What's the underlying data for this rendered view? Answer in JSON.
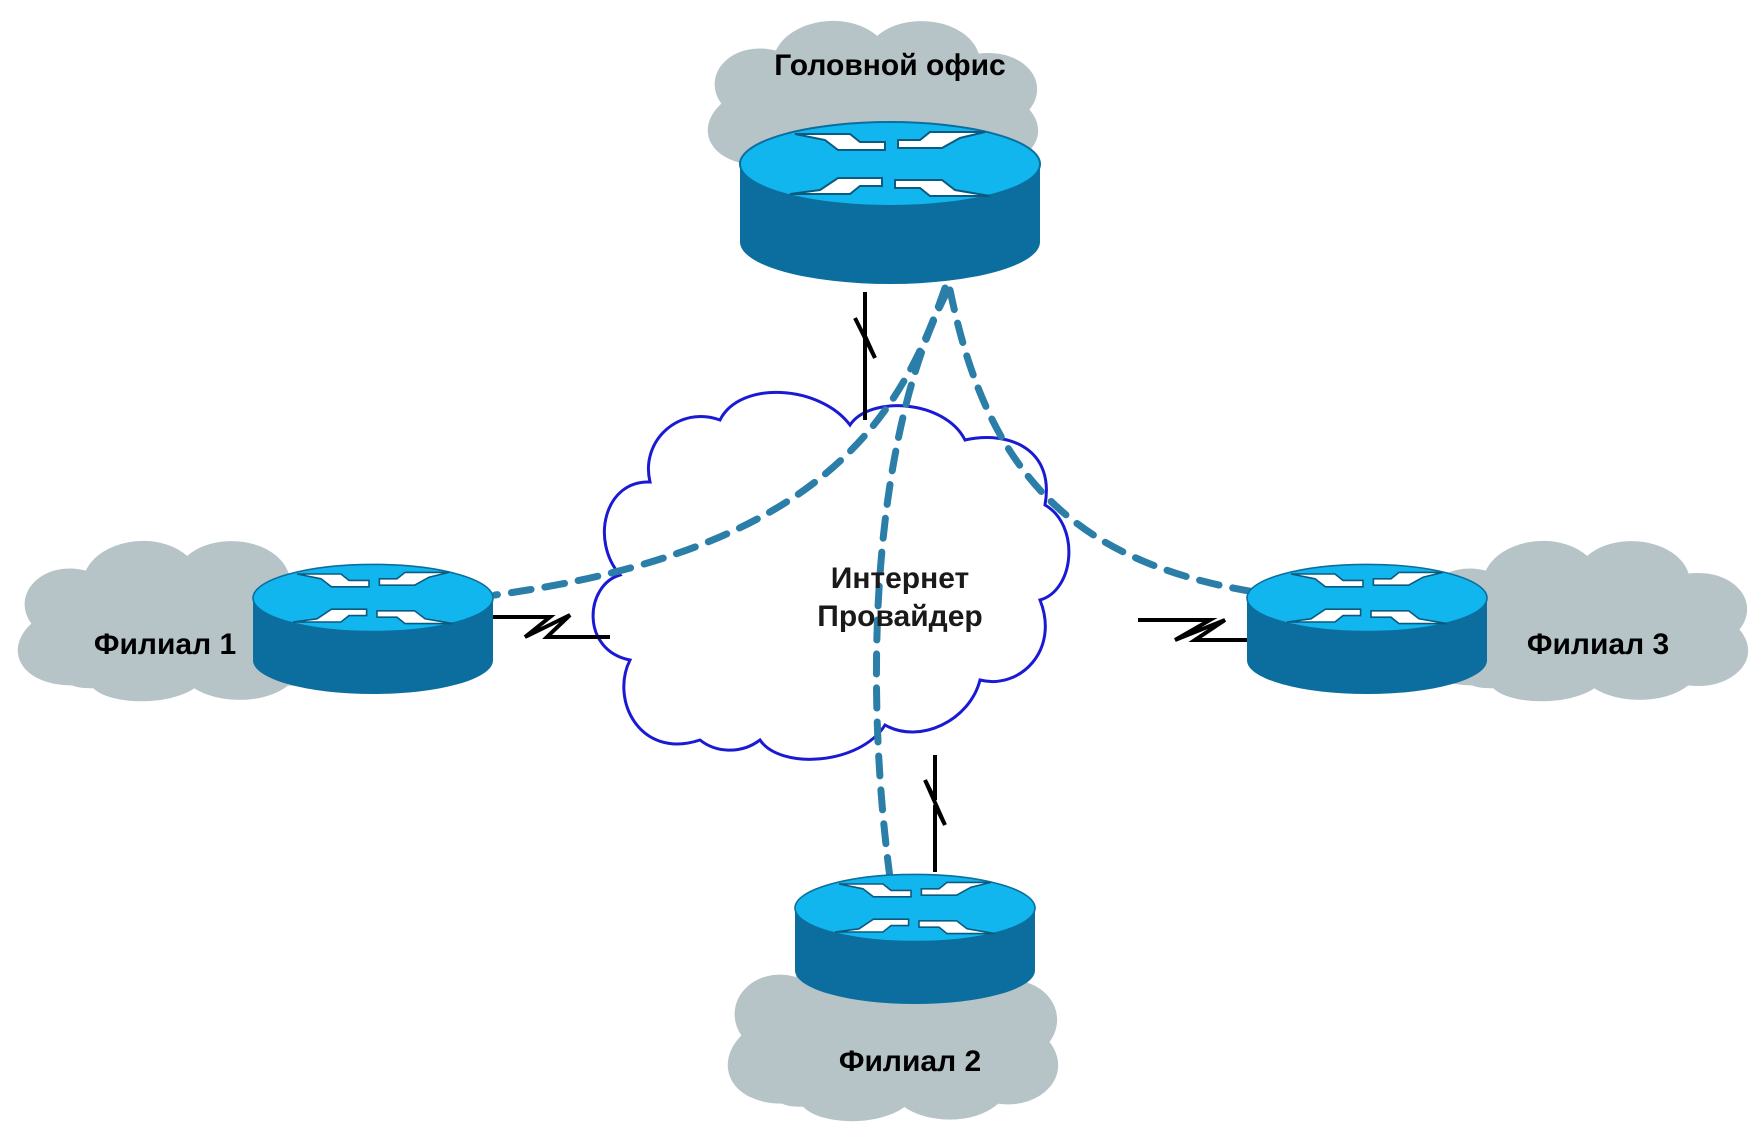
{
  "diagram": {
    "head_office": {
      "label": "Головной офис"
    },
    "isp": {
      "line1": "Интернет",
      "line2": "Провайдер"
    },
    "branches": [
      {
        "label": "Филиал 1"
      },
      {
        "label": "Филиал 2"
      },
      {
        "label": "Филиал 3"
      }
    ]
  },
  "colors": {
    "site_cloud": "#b6c4c8",
    "isp_cloud_stroke": "#1a1ad4",
    "router_top": "#12b6ee",
    "router_side": "#0c6e9e",
    "tunnel": "#2a7ea8",
    "wan_link": "#000000"
  },
  "icons": {
    "router": "router-icon",
    "site_cloud": "cloud-icon",
    "isp_cloud": "cloud-icon"
  }
}
